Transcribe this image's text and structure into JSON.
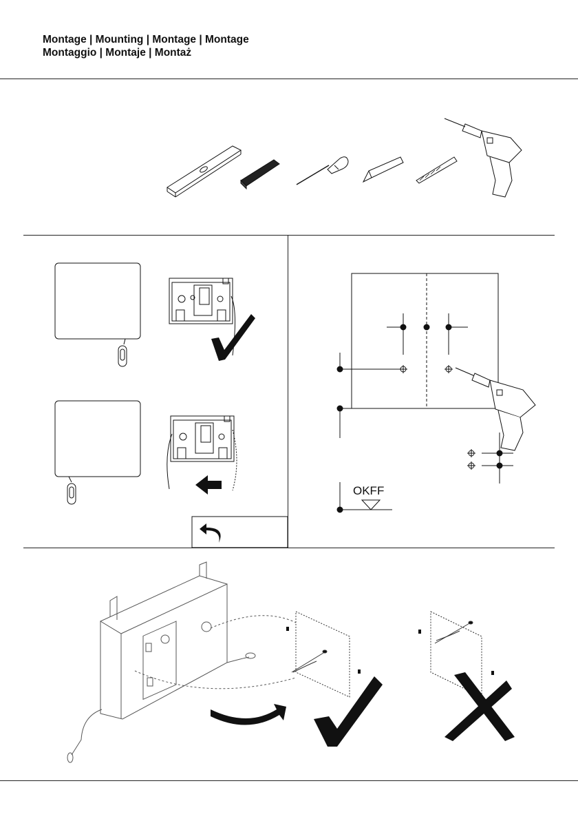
{
  "header": {
    "title_line1": "Montage | Mounting | Montage | Montage",
    "title_line2": "Montaggio | Montaje | Montaż"
  },
  "tools": [
    "spirit-level",
    "ruler",
    "screwdriver",
    "pencil",
    "drill-bit",
    "power-drill"
  ],
  "step_mark_panel": {
    "reference_label": "OKFF"
  },
  "colors": {
    "line": "#111111",
    "light_line": "#555555"
  }
}
